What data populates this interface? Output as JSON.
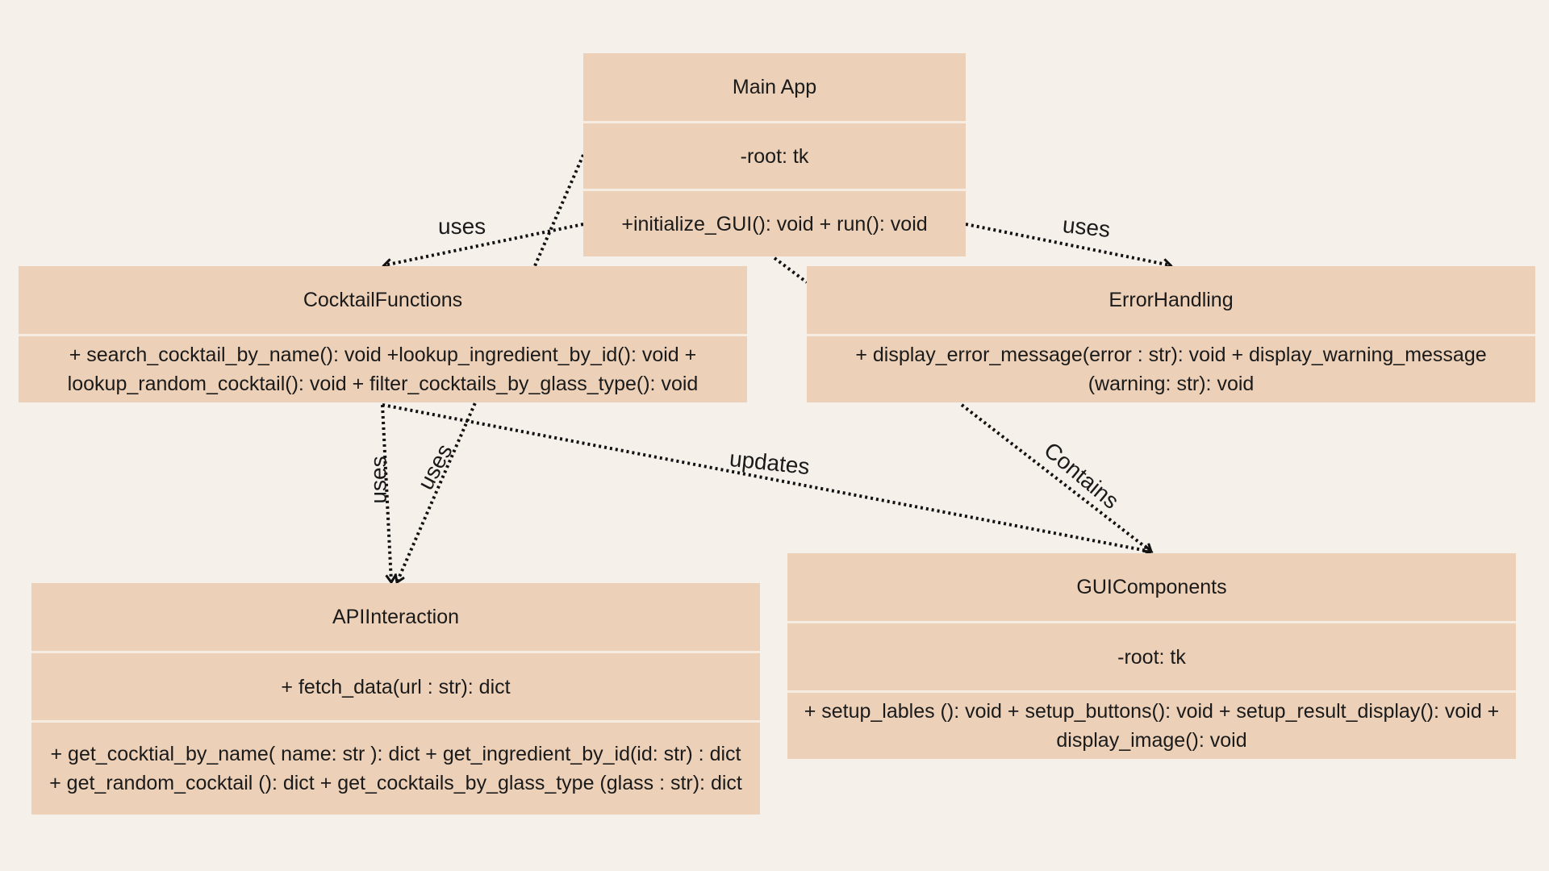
{
  "classes": {
    "main_app": {
      "name": "Main App",
      "attributes": "-root: tk",
      "methods": "+initialize_GUI(): void + run(): void"
    },
    "cocktail_functions": {
      "name": "CocktailFunctions",
      "methods": "+ search_cocktail_by_name(): void +lookup_ingredient_by_id(): void + lookup_random_cocktail(): void + filter_cocktails_by_glass_type(): void"
    },
    "error_handling": {
      "name": "ErrorHandling",
      "methods": "+ display_error_message(error : str): void + display_warning_message (warning: str): void"
    },
    "api_interaction": {
      "name": "APIInteraction",
      "attributes": "+ fetch_data(url : str): dict",
      "methods": "+ get_cocktial_by_name( name: str ): dict + get_ingredient_by_id(id: str) : dict + get_random_cocktail (): dict + get_cocktails_by_glass_type (glass : str): dict"
    },
    "gui_components": {
      "name": "GUIComponents",
      "attributes": "-root: tk",
      "methods": "+ setup_lables (): void + setup_buttons(): void + setup_result_display(): void + display_image(): void"
    }
  },
  "relations": {
    "main_to_cocktail": "uses",
    "main_to_error": "uses",
    "cocktail_to_api": "uses",
    "main_to_api": "uses",
    "cocktail_to_gui": "updates",
    "error_to_gui": "Contains"
  },
  "colors": {
    "background": "#f5f0ea",
    "box_fill": "#ecd0b8",
    "divider": "#f7ece2",
    "edge": "#111111"
  }
}
